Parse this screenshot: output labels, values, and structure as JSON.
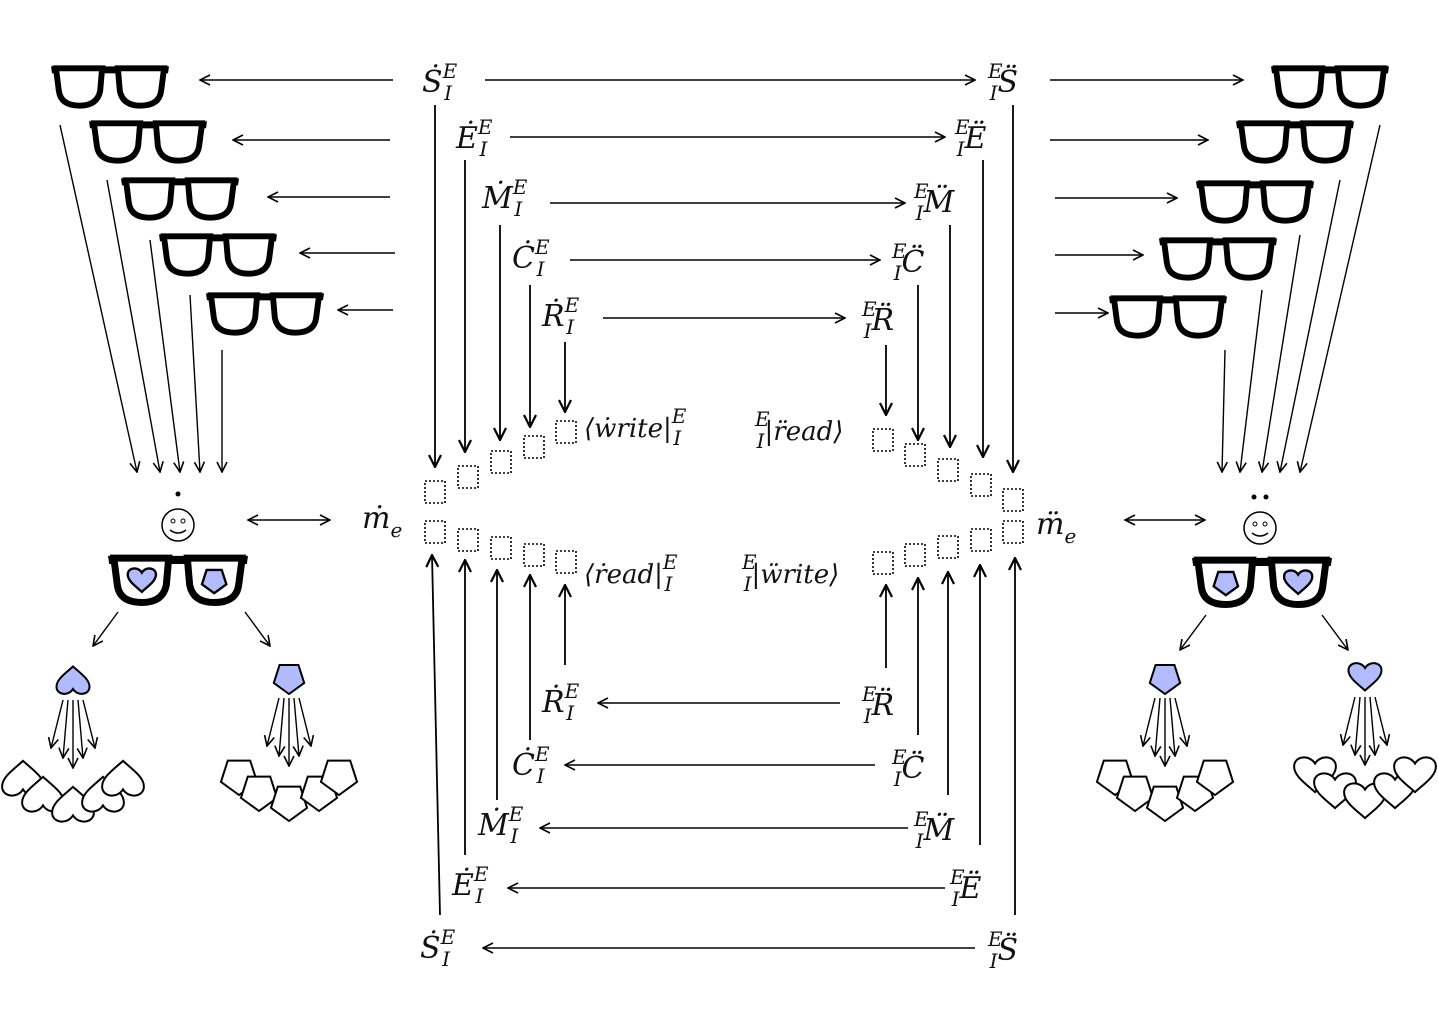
{
  "colors": {
    "ink": "#000000",
    "fill": "#b3bbff",
    "background": "#ffffff"
  },
  "top_left_labels": [
    {
      "base": "Ṡ",
      "sup": "E",
      "sub": "I"
    },
    {
      "base": "Ė",
      "sup": "E",
      "sub": "I"
    },
    {
      "base": "Ṁ",
      "sup": "E",
      "sub": "I"
    },
    {
      "base": "Ċ",
      "sup": "E",
      "sub": "I"
    },
    {
      "base": "Ṙ",
      "sup": "E",
      "sub": "I"
    }
  ],
  "top_right_labels": [
    {
      "base": "S̈",
      "sup": "E",
      "sub": "I"
    },
    {
      "base": "Ë",
      "sup": "E",
      "sub": "I"
    },
    {
      "base": "M̈",
      "sup": "E",
      "sub": "I"
    },
    {
      "base": "C̈",
      "sup": "E",
      "sub": "I"
    },
    {
      "base": "R̈",
      "sup": "E",
      "sub": "I"
    }
  ],
  "bottom_left_labels": [
    {
      "base": "Ṙ",
      "sup": "E",
      "sub": "I"
    },
    {
      "base": "Ċ",
      "sup": "E",
      "sub": "I"
    },
    {
      "base": "Ṁ",
      "sup": "E",
      "sub": "I"
    },
    {
      "base": "Ė",
      "sup": "E",
      "sub": "I"
    },
    {
      "base": "Ṡ",
      "sup": "E",
      "sub": "I"
    }
  ],
  "bottom_right_labels": [
    {
      "base": "R̈",
      "sup": "E",
      "sub": "I"
    },
    {
      "base": "C̈",
      "sup": "E",
      "sub": "I"
    },
    {
      "base": "M̈",
      "sup": "E",
      "sub": "I"
    },
    {
      "base": "Ë",
      "sup": "E",
      "sub": "I"
    },
    {
      "base": "S̈",
      "sup": "E",
      "sub": "I"
    }
  ],
  "left_node": {
    "base": "ṁ",
    "sub": "e",
    "agent_mark": "single-dot"
  },
  "right_node": {
    "base": "m̈",
    "sub": "e",
    "agent_mark": "double-dot"
  },
  "brackets": {
    "write_left": {
      "text": "⟨ẇrite|",
      "sup": "E",
      "sub": "I"
    },
    "read_right": {
      "text": "|r̈ead⟩",
      "sup": "E",
      "sub": "I"
    },
    "read_left": {
      "text": "⟨ṙead|",
      "sup": "E",
      "sub": "I"
    },
    "write_right": {
      "text": "|ẅrite⟩",
      "sup": "E",
      "sub": "I"
    }
  },
  "icons": {
    "left_lenses": [
      "heart-icon",
      "pentagon-icon"
    ],
    "right_lenses": [
      "pentagon-icon",
      "heart-icon"
    ]
  }
}
